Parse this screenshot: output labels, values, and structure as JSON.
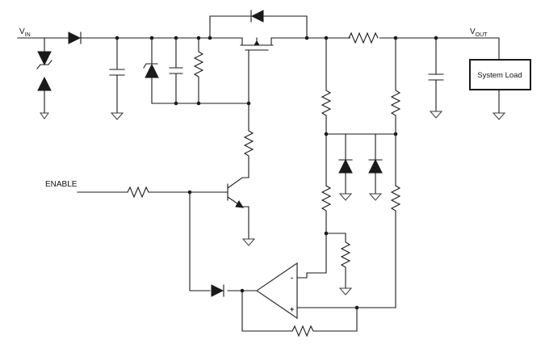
{
  "labels": {
    "vin_main": "V",
    "vin_sub": "IN",
    "vout_main": "V",
    "vout_sub": "OUT",
    "enable": "ENABLE",
    "system_load": "System Load",
    "opamp_minus": "-",
    "opamp_plus": "+"
  },
  "colors": {
    "wire": "#1a1a1a",
    "background": "#ffffff"
  }
}
